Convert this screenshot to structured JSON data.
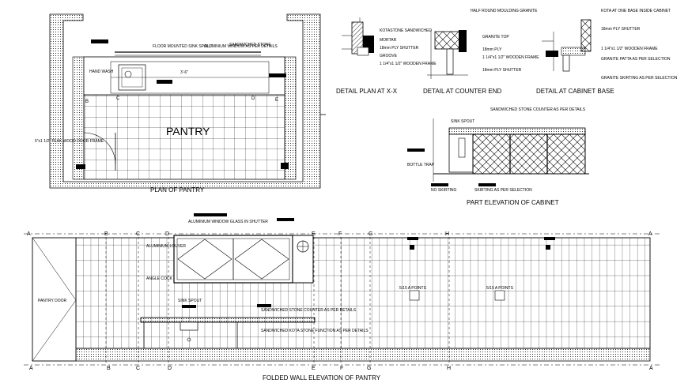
{
  "titles": {
    "plan": "PLAN OF PANTRY",
    "detail_xx": "DETAIL PLAN AT X-X",
    "detail_counter": "DETAIL AT COUNTER END",
    "detail_base": "DETAIL AT CABINET BASE",
    "part_elevation": "PART ELEVATION OF CABINET",
    "folded_elevation": "FOLDED WALL ELEVATION OF PANTRY"
  },
  "plan": {
    "room_label": "PANTRY",
    "notes": {
      "floor_sink": "FLOOR MOUNTED SINK SPOUT",
      "window": "ALUMINIUM WINDOW AS PER DETAILS",
      "stone": "SANDWICHED STONE",
      "door_frame": "5\"x1 1/2\" TEAK WOOD DOOR FRAME",
      "handwash": "HAND WASH"
    },
    "dimension": "3'-6\"",
    "grid_letters": [
      "B",
      "C",
      "D",
      "E"
    ]
  },
  "detail_xx_notes": [
    "KOTASTONE SANDWICHED",
    "MORTAR",
    "18mm PLY SHUTTER",
    "GROOVE",
    "1 1/4\"x1 1/2\" WOODEN FRAME"
  ],
  "detail_counter_notes": [
    "HALF ROUND MOULDING GRANITE",
    "GRANITE TOP",
    "18mm PLY",
    "1 1/4\"x1 1/2\" WOODEN FRAME",
    "18mm PLY SHUTTER"
  ],
  "detail_base_notes": [
    "KOTA AT ONE BASE INSIDE CABINET",
    "18mm PLY SHUTTER",
    "1 1/4\"x1 1/2\" WOODEN FRAME",
    "GRANITE PATTA AS PER SELECTION",
    "GRANITE SKIRTING AS PER SELECTION"
  ],
  "part_elevation_notes": {
    "top": "SANDWICHED STONE COUNTER AS PER DETAILS",
    "sink": "SINK SPOUT",
    "bottle_trap": "BOTTLE TRAP",
    "skirting": "NO SKIRTING",
    "skirting2": "SKIRTING AS PER SELECTION"
  },
  "folded_elevation": {
    "grid_letters": [
      "A",
      "B",
      "C",
      "D",
      "E",
      "F",
      "G",
      "H",
      "A"
    ],
    "door_label": "PANTRY DOOR",
    "notes": {
      "window": "ALUMINIUM WINDOW GLASS IN SHUTTER",
      "louvre": "ALUMINIUM LOUVER",
      "angle_cock": "ANGLE COCK",
      "sink_spout": "SINK SPOUT",
      "counter": "SANDWICHED STONE COUNTER AS PER DETAILS",
      "counter2": "SANDWICHED KOTA STONE FUNCTION AS PER DETAILS",
      "switch1": "5/15 A POINTS",
      "switch2": "5/15 A POINTS"
    }
  }
}
